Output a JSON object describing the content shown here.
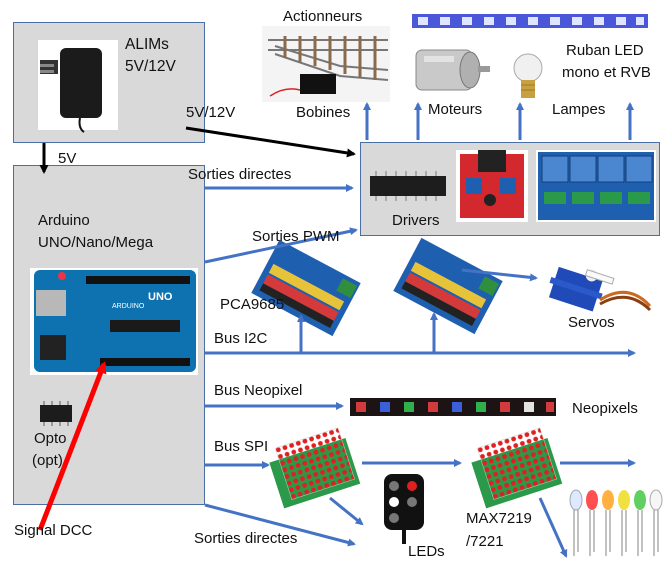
{
  "alims": {
    "title_line1": "ALIMs",
    "title_line2": "5V/12V"
  },
  "arduino": {
    "title_line1": "Arduino",
    "title_line2": "UNO/Nano/Mega",
    "board_brand": "UNO",
    "board_text": "ARDUINO"
  },
  "labels": {
    "v5": "5V",
    "v5_12": "5V/12V",
    "actionneurs": "Actionneurs",
    "bobines": "Bobines",
    "moteurs": "Moteurs",
    "lampes": "Lampes",
    "ruban_line1": "Ruban LED",
    "ruban_line2": "mono et RVB",
    "sorties_directes_top": "Sorties directes",
    "drivers": "Drivers",
    "sorties_pwm": "Sorties PWM",
    "pca": "PCA9685",
    "servos": "Servos",
    "bus_i2c": "Bus I2C",
    "bus_neopixel": "Bus Neopixel",
    "neopixels": "Neopixels",
    "opto_line1": "Opto",
    "opto_line2": "(opt)",
    "bus_spi": "Bus SPI",
    "max_line1": "MAX7219",
    "max_line2": "/7221",
    "sorties_directes_bottom": "Sorties directes",
    "leds": "LEDs",
    "signal_dcc": "Signal DCC"
  },
  "colors": {
    "arrow_blue": "#4472c4",
    "arrow_black": "#000000",
    "arrow_red": "#ff0000",
    "box_fill": "#d9d9d9",
    "pcb_blue": "#1f5fb0",
    "pcb_green": "#1e8a3a",
    "led_red": "#e02020"
  },
  "icons": [
    "power-adapter-icon",
    "arduino-board-icon",
    "optocoupler-chip-icon",
    "turnout-icon",
    "motor-icon",
    "lamp-icon",
    "led-strip-icon",
    "driver-chip-icon",
    "motor-driver-board-icon",
    "relay-board-icon",
    "pca9685-board-icon",
    "servo-icon",
    "neopixel-strip-icon",
    "led-matrix-icon",
    "signal-icon",
    "leds-icon"
  ]
}
